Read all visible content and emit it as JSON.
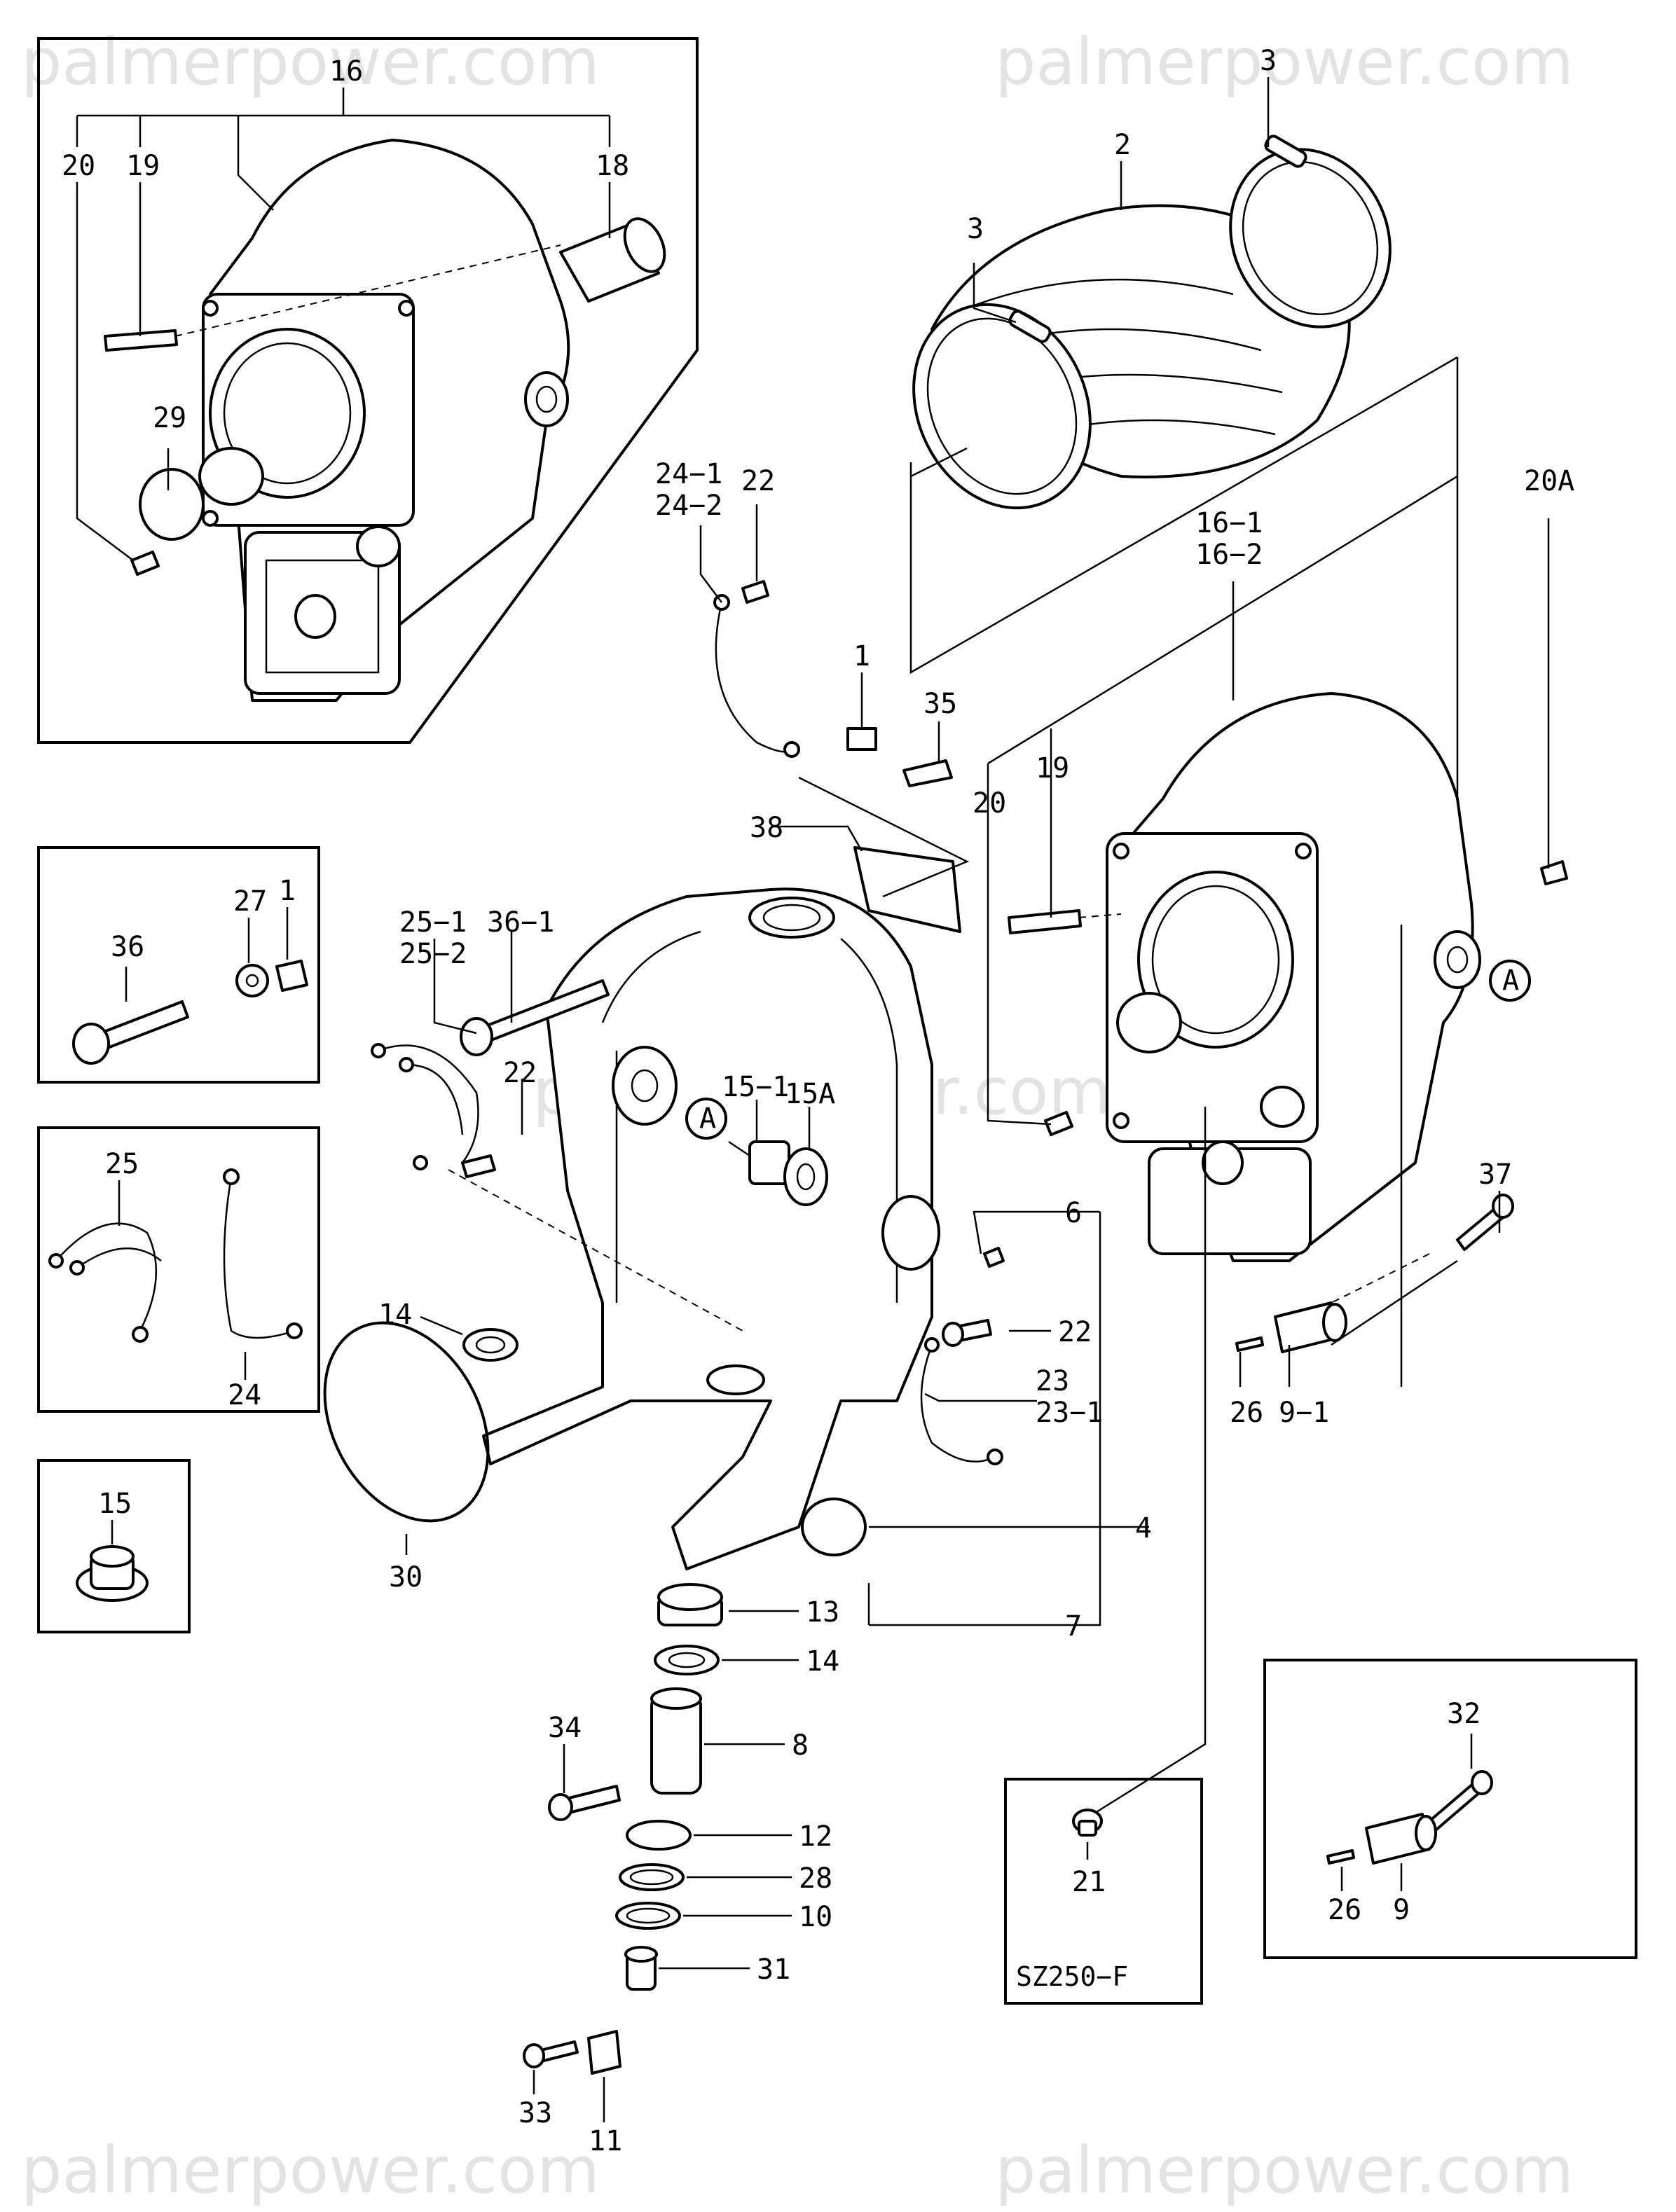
{
  "watermarks": [
    "palmerpower.com",
    "palmerpower.com",
    "palmerpower.com",
    "palmerpower.com",
    "palmerpower.com"
  ],
  "callouts": {
    "c16": "16",
    "c20_tl": "20",
    "c19_tl": "19",
    "c18": "18",
    "c29": "29",
    "c3_top": "3",
    "c2": "2",
    "c3_mid": "3",
    "c24_1a": "24−1",
    "c24_2a": "24−2",
    "c22_a": "22",
    "c20A": "20A",
    "c16_1": "16−1",
    "c16_2": "16−2",
    "c1": "1",
    "c35": "35",
    "c19_r": "19",
    "c20_r": "20",
    "c38": "38",
    "c27": "27",
    "c1_box": "1",
    "c36": "36",
    "c25_1": "25−1",
    "c25_2": "25−2",
    "c36_1": "36−1",
    "c22_b": "22",
    "c15_1": "15−1",
    "c15A": "15A",
    "cA_left": "A",
    "cA_right": "A",
    "c25_box": "25",
    "c24_box": "24",
    "c6": "6",
    "c37": "37",
    "c14_a": "14",
    "c22_c": "22",
    "c23": "23",
    "c23_1": "23−1",
    "c26_a": "26",
    "c9_1": "9−1",
    "c15_box": "15",
    "c30": "30",
    "c4": "4",
    "c13": "13",
    "c7": "7",
    "c14_b": "14",
    "c8": "8",
    "c34": "34",
    "c12": "12",
    "c28": "28",
    "c10": "10",
    "c31": "31",
    "c33": "33",
    "c11": "11",
    "c21": "21",
    "c32": "32",
    "c26_b": "26",
    "c9": "9"
  },
  "model_label": "SZ250−F"
}
